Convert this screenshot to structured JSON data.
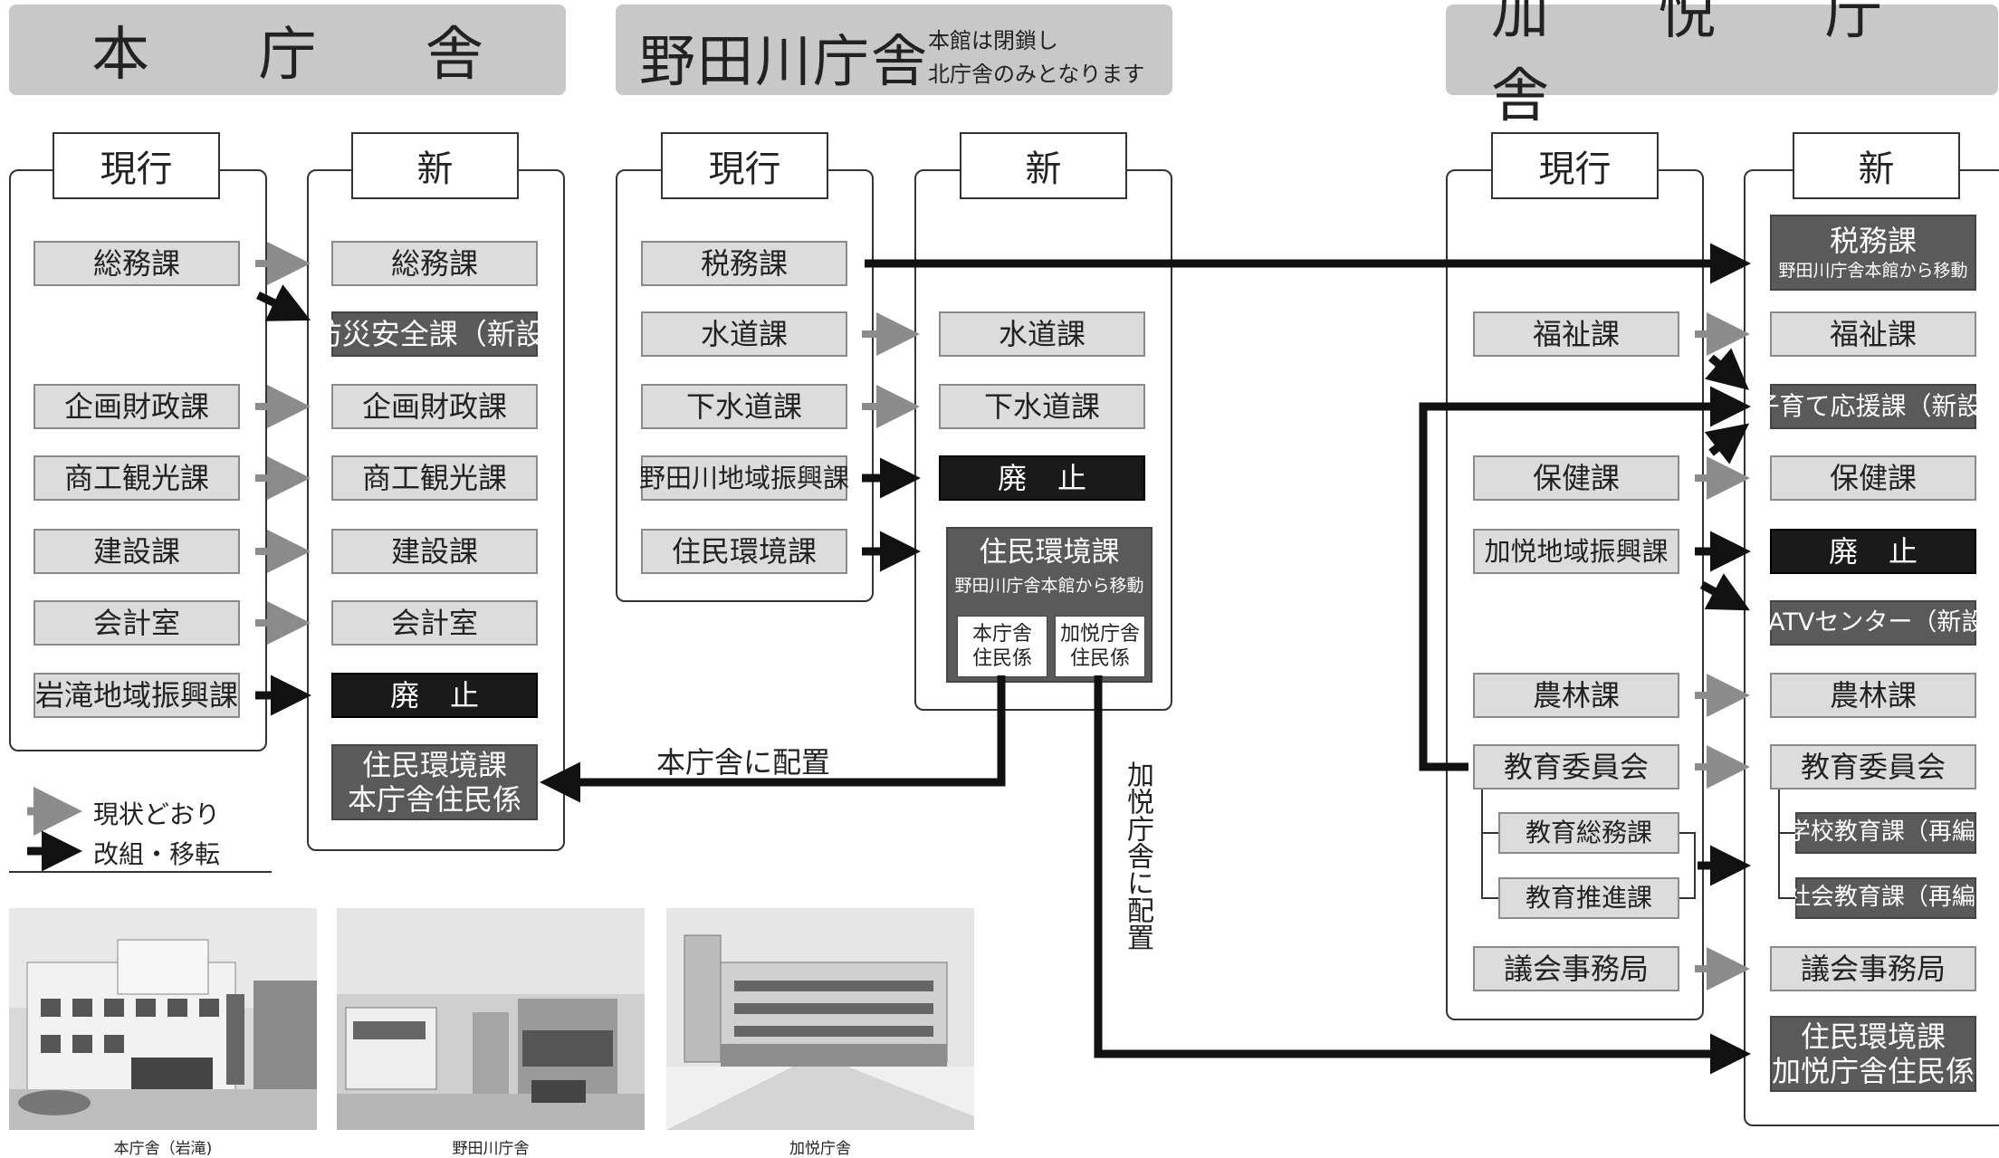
{
  "headers": {
    "honchosha": "本 庁 舎",
    "nodagawa": "野田川庁舎",
    "nodagawa_note1": "本館は閉鎖し",
    "nodagawa_note2": "北庁舎のみとなります",
    "kaya": "加 悦 庁 舎"
  },
  "panel_labels": {
    "current": "現行",
    "new": "新"
  },
  "honchosha": {
    "current": [
      "総務課",
      "企画財政課",
      "商工観光課",
      "建設課",
      "会計室",
      "岩滝地域振興課"
    ],
    "new": [
      "総務課",
      "防災安全課（新設)",
      "企画財政課",
      "商工観光課",
      "建設課",
      "会計室",
      "廃止"
    ],
    "new_bottom_line1": "住民環境課",
    "new_bottom_line2": "本庁舎住民係"
  },
  "nodagawa": {
    "current": [
      "税務課",
      "水道課",
      "下水道課",
      "野田川地域振興課",
      "住民環境課"
    ],
    "new": [
      "水道課",
      "下水道課",
      "廃止"
    ],
    "jumin_title": "住民環境課",
    "jumin_sub": "野田川庁舎本館から移動",
    "jumin_split": [
      "本庁舎\n住民係",
      "加悦庁舎\n住民係"
    ]
  },
  "kaya": {
    "current": [
      "福祉課",
      "保健課",
      "加悦地域振興課",
      "農林課",
      "教育委員会",
      "議会事務局"
    ],
    "current_sub": [
      "教育総務課",
      "教育推進課"
    ],
    "new_zeimu_title": "税務課",
    "new_zeimu_sub": "野田川庁舎本館から移動",
    "new": [
      "福祉課",
      "子育て応援課（新設)",
      "保健課",
      "廃止",
      "CATVセンター（新設)",
      "農林課",
      "教育委員会",
      "議会事務局"
    ],
    "new_sub": [
      "学校教育課（再編)",
      "社会教育課（再編)"
    ],
    "new_bottom_line1": "住民環境課",
    "new_bottom_line2": "加悦庁舎住民係"
  },
  "flow_labels": {
    "to_honchosha": "本庁舎に配置",
    "to_kaya": "加悦庁舎に配置"
  },
  "legend": {
    "as_is": "現状どおり",
    "reorg": "改組・移転"
  },
  "colors": {
    "header_bg": "#c8c8c8",
    "light_box": "#dcdcdc",
    "dark_box": "#5a5a5a",
    "black_box": "#1a1a1a",
    "gray_arrow": "#8c8c8c",
    "black_arrow": "#111111"
  },
  "photos": {
    "honchosha": "本庁舎（岩滝)",
    "nodagawa": "野田川庁舎",
    "kaya": "加悦庁舎"
  }
}
